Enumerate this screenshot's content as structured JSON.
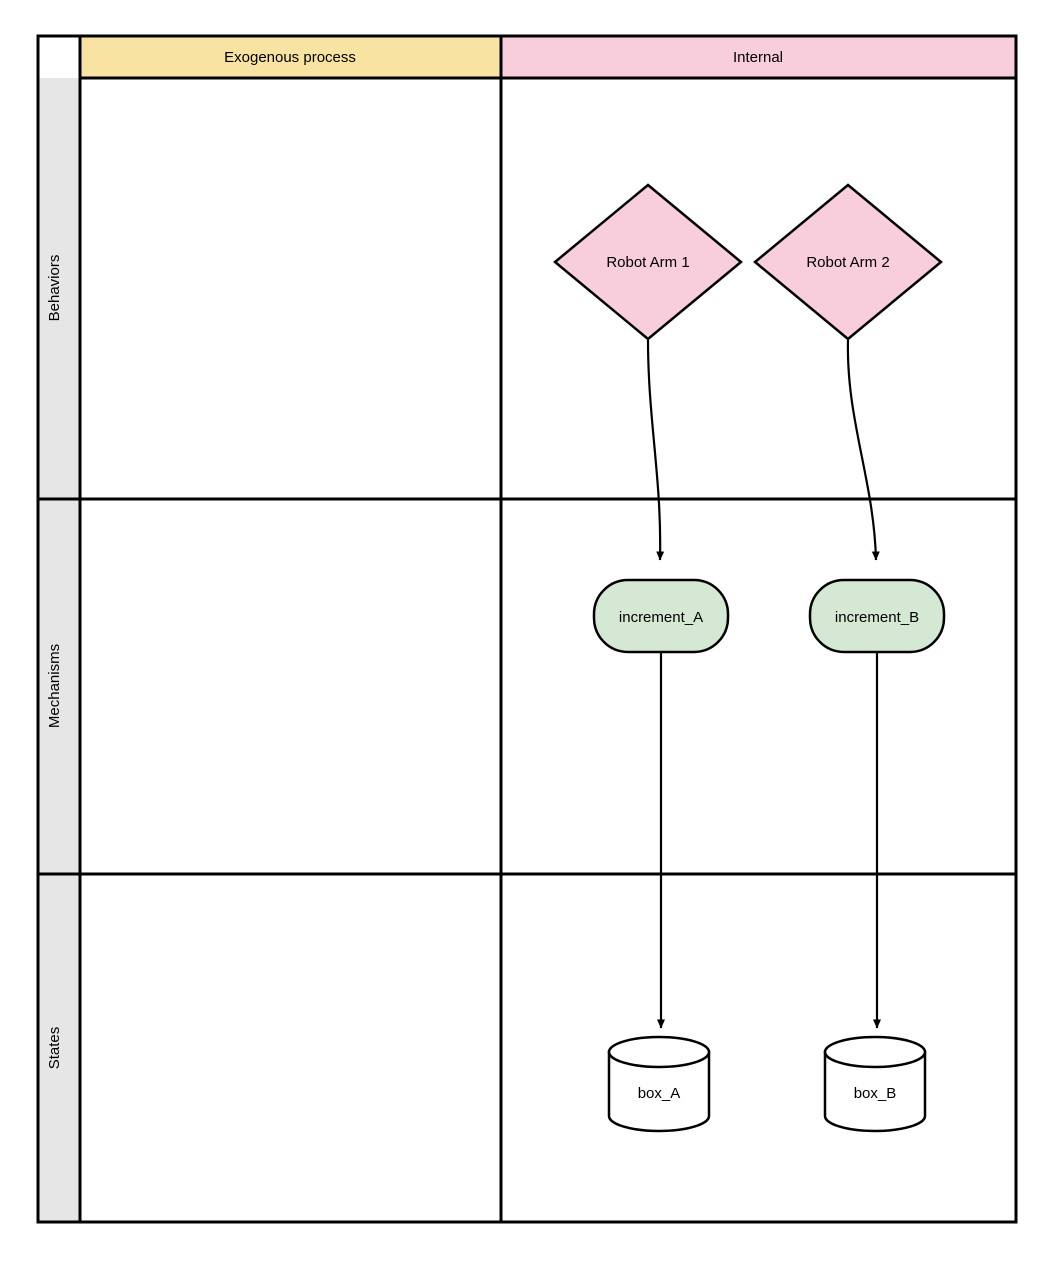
{
  "diagram": {
    "type": "swimlane-flow",
    "title": "",
    "columns": [
      {
        "id": "exogenous",
        "label": "Exogenous process",
        "header_color": "#F9E3A2"
      },
      {
        "id": "internal",
        "label": "Internal",
        "header_color": "#F8CDDC"
      }
    ],
    "rows": [
      {
        "id": "behaviors",
        "label": "Behaviors",
        "header_color": "#E6E6E6"
      },
      {
        "id": "mechanisms",
        "label": "Mechanisms",
        "header_color": "#E6E6E6"
      },
      {
        "id": "states",
        "label": "States",
        "header_color": "#E6E6E6"
      }
    ],
    "nodes": [
      {
        "id": "robot-arm-1",
        "label": "Robot Arm 1",
        "shape": "diamond",
        "column": "internal",
        "row": "behaviors",
        "fill": "#F8CDDC",
        "stroke": "#000000"
      },
      {
        "id": "robot-arm-2",
        "label": "Robot Arm 2",
        "shape": "diamond",
        "column": "internal",
        "row": "behaviors",
        "fill": "#F8CDDC",
        "stroke": "#000000"
      },
      {
        "id": "increment-a",
        "label": "increment_A",
        "shape": "stadium",
        "column": "internal",
        "row": "mechanisms",
        "fill": "#D5E8D4",
        "stroke": "#000000"
      },
      {
        "id": "increment-b",
        "label": "increment_B",
        "shape": "stadium",
        "column": "internal",
        "row": "mechanisms",
        "fill": "#D5E8D4",
        "stroke": "#000000"
      },
      {
        "id": "box-a",
        "label": "box_A",
        "shape": "cylinder",
        "column": "internal",
        "row": "states",
        "fill": "#FFFFFF",
        "stroke": "#000000"
      },
      {
        "id": "box-b",
        "label": "box_B",
        "shape": "cylinder",
        "column": "internal",
        "row": "states",
        "fill": "#FFFFFF",
        "stroke": "#000000"
      }
    ],
    "edges": [
      {
        "id": "edge-arm1-incrementa",
        "from": "robot-arm-1",
        "to": "increment-a",
        "style": "curved-arrow"
      },
      {
        "id": "edge-arm2-incrementb",
        "from": "robot-arm-2",
        "to": "increment-b",
        "style": "curved-arrow"
      },
      {
        "id": "edge-incrementa-boxa",
        "from": "increment-a",
        "to": "box-a",
        "style": "straight-arrow"
      },
      {
        "id": "edge-incrementb-boxb",
        "from": "increment-b",
        "to": "box-b",
        "style": "straight-arrow"
      }
    ],
    "colors": {
      "border": "#000000",
      "canvas": "#FFFFFF",
      "row_label_fill": "#E6E6E6",
      "exogenous_fill": "#F9E3A2",
      "internal_fill": "#F8CDDC",
      "mechanism_fill": "#D5E8D4"
    }
  }
}
